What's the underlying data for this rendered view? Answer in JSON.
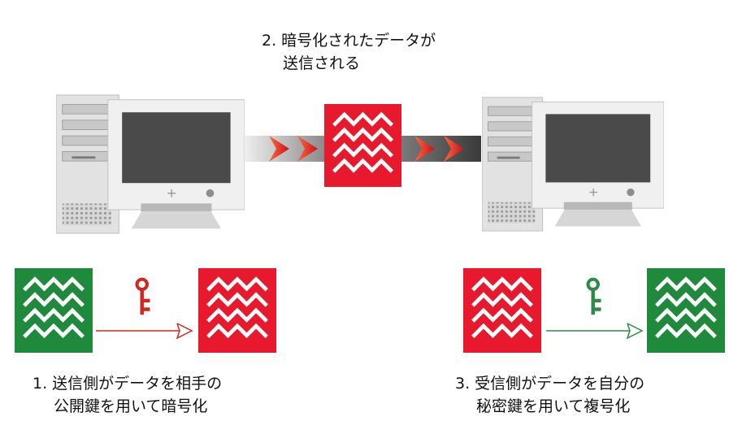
{
  "captions": {
    "transmit": {
      "line1": "2. 暗号化されたデータが",
      "line2": "送信される"
    },
    "encrypt": {
      "line1": "1. 送信側がデータを相手の",
      "line2": "公開鍵を用いて暗号化"
    },
    "decrypt": {
      "line1": "3. 受信側がデータを自分の",
      "line2": "秘密鍵を用いて複号化"
    }
  },
  "icons": {
    "sender": "computer-icon",
    "receiver": "computer-icon",
    "encrypted_data": "document-icon",
    "plain_data": "document-icon",
    "public_key": "key-icon",
    "private_key": "key-icon",
    "flow": "arrow-right-icon"
  },
  "colors": {
    "encrypted": "#e8192c",
    "plain": "#1f8a3b",
    "public_key": "#d0281e",
    "private_key": "#2e8b46",
    "arrow_head": "#e03a1e"
  }
}
